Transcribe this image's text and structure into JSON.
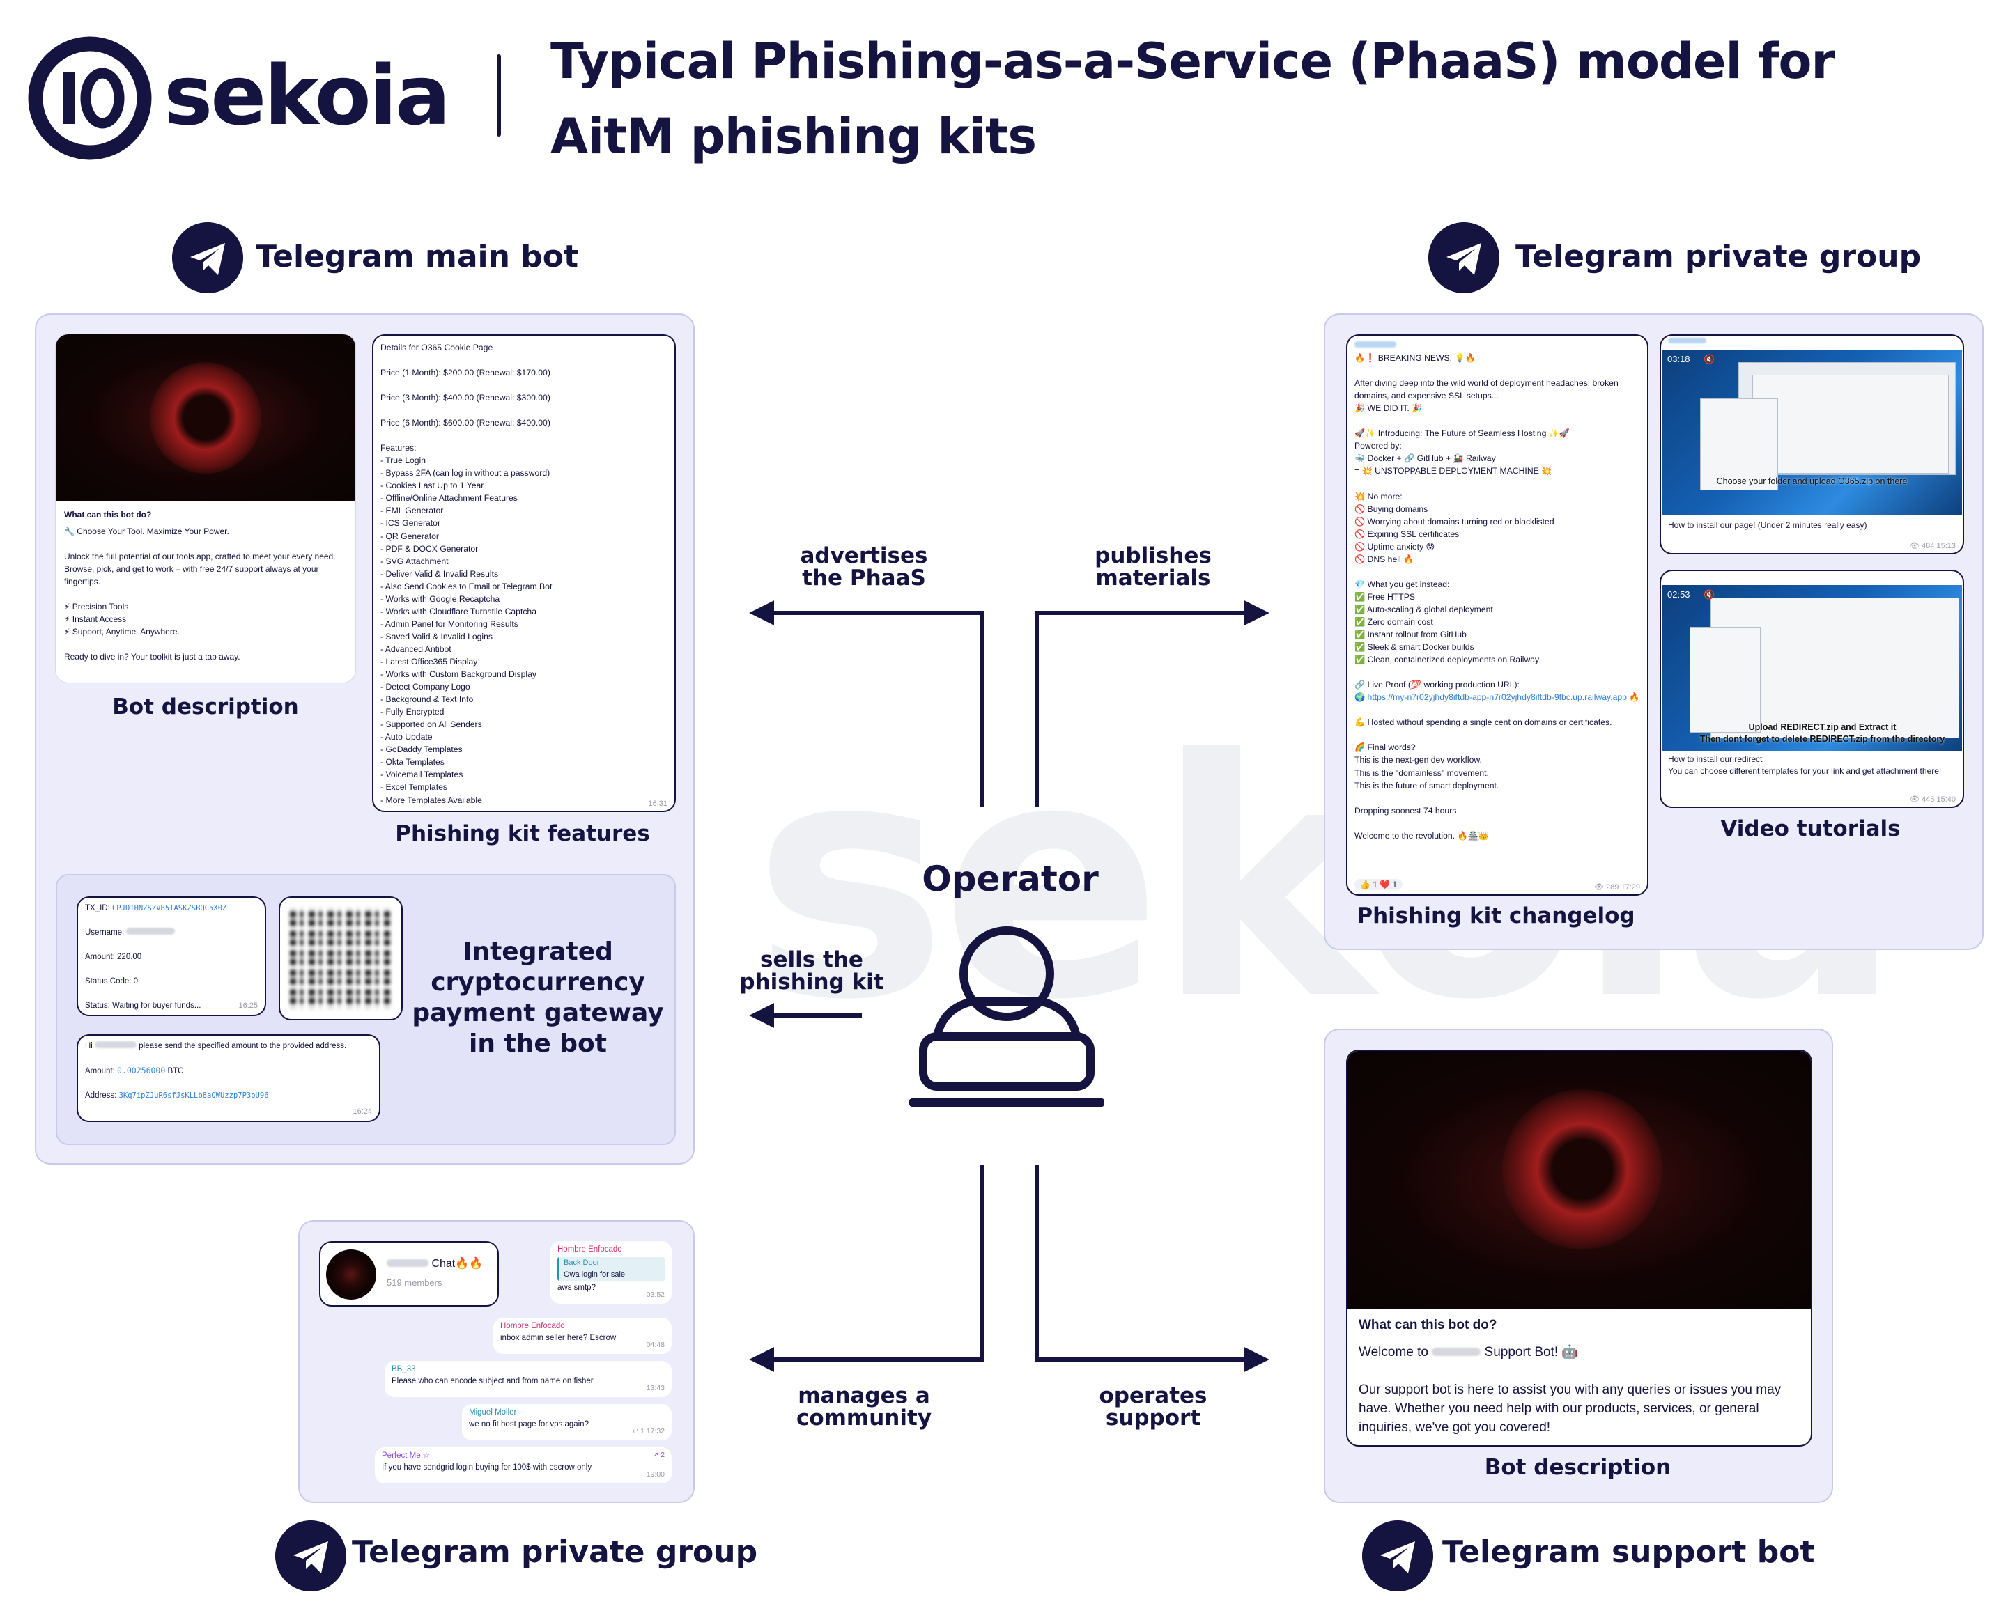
{
  "brand": {
    "name": "sekoia"
  },
  "title": "Typical Phishing-as-a-Service (PhaaS) model for AitM phishing kits",
  "sections": {
    "main_bot": {
      "title": "Telegram main bot"
    },
    "private_group_top": {
      "title": "Telegram private group"
    },
    "private_group_bottom": {
      "title": "Telegram private group"
    },
    "support_bot": {
      "title": "Telegram support bot"
    }
  },
  "center": {
    "label": "Operator"
  },
  "edges": {
    "advertises": "advertises\nthe PhaaS",
    "publishes": "publishes\nmaterials",
    "sells": "sells the\nphishing kit",
    "manages": "manages a\ncommunity",
    "operates": "operates\nsupport"
  },
  "captions": {
    "bot_description": "Bot description",
    "kit_features": "Phishing kit features",
    "payment": "Integrated\ncryptocurrency\npayment gateway\nin the bot",
    "changelog": "Phishing kit changelog",
    "video_tutorials": "Video tutorials",
    "support_bot_description": "Bot description"
  },
  "main_bot_card": {
    "heading": "What can this bot do?",
    "body": "🔧 Choose Your Tool. Maximize Your Power.\n\nUnlock the full potential of our tools app, crafted to meet your every need.\nBrowse, pick, and get to work – with free 24/7 support always at your fingertips.\n\n⚡ Precision Tools\n⚡ Instant Access\n⚡ Support, Anytime. Anywhere.\n\nReady to dive in? Your toolkit is just a tap away."
  },
  "features_card": {
    "lines": [
      "Details for O365 Cookie Page",
      "",
      "Price (1 Month): $200.00 (Renewal: $170.00)",
      "",
      "Price (3 Month): $400.00 (Renewal: $300.00)",
      "",
      "Price (6 Month): $600.00 (Renewal: $400.00)",
      "",
      "Features:",
      "- True Login",
      "- Bypass 2FA (can log in without a password)",
      "- Cookies Last Up to 1 Year",
      "- Offline/Online Attachment Features",
      "- EML Generator",
      "- ICS Generator",
      "- QR Generator",
      "- PDF & DOCX Generator",
      "- SVG Attachment",
      "- Deliver Valid & Invalid Results",
      "- Also Send Cookies to Email or Telegram Bot",
      "- Works with Google Recaptcha",
      "- Works with Cloudflare Turnstile Captcha",
      "- Admin Panel for Monitoring Results",
      "- Saved Valid & Invalid Logins",
      "- Advanced Antibot",
      "- Latest Office365 Display",
      "- Works with Custom Background Display",
      "- Detect Company Logo",
      "- Background & Text Info",
      "- Fully Encrypted",
      "- Supported on All Senders",
      "- Auto Update",
      "- GoDaddy Templates",
      "- Okta Templates",
      "- Voicemail Templates",
      "- Excel Templates",
      "- More Templates Available"
    ],
    "time": "16:31"
  },
  "payment_card": {
    "tx_label": "TX_ID: ",
    "tx_id": "CPJD1HNZSZVB5TASKZSBQC5X0Z",
    "username_label": "Username:",
    "amount": "Amount: 220.00",
    "status_code": "Status Code: 0",
    "status": "Status: Waiting for buyer funds...",
    "time": "16:25",
    "msg_a": "Hi",
    "msg_b": "please send the specified amount to the provided address.",
    "btc_label": "Amount: ",
    "btc_value": "0.00256000",
    "btc_unit": " BTC",
    "address_label": "Address: ",
    "address": "3Kq7ipZJuR6sfJsKLLb8aQWUzzp7P3oU96",
    "time2": "16:24"
  },
  "changelog_card": {
    "body": "🔥❗ BREAKING NEWS,               💡🔥\n\nAfter diving deep into the wild world of deployment headaches, broken domains, and expensive SSL setups...\n🎉 WE DID IT. 🎉\n\n🚀✨ Introducing: The Future of Seamless Hosting ✨🚀\nPowered by:\n🐳 Docker + 🔗 GitHub + 🚂 Railway\n= 💥 UNSTOPPABLE DEPLOYMENT MACHINE 💥\n\n💥 No more:\n🚫 Buying domains\n🚫 Worrying about domains turning red or blacklisted\n🚫 Expiring SSL certificates\n🚫 Uptime anxiety 😰\n🚫 DNS hell 🔥\n\n💎 What you get instead:\n✅ Free HTTPS\n✅ Auto-scaling & global deployment\n✅ Zero domain cost\n✅ Instant rollout from GitHub\n✅ Sleek & smart Docker builds\n✅ Clean, containerized deployments on Railway\n\n🔗 Live Proof (💯 working production URL):",
    "url": "🌍 https://my-n7r02yjhdy8iftdb-app-n7r02yjhdy8iftdb-9fbc.up.railway.app 🔥",
    "body2": "💪 Hosted without spending a single cent on domains or certificates.\n\n🌈 Final words?\nThis is the next-gen dev workflow.\nThis is the \"domainless\" movement.\nThis is the future of smart deployment.\n\nDropping soonest 74 hours\n\nWelcome to the revolution. 🔥🏯👑",
    "reactions": "👍 1   ❤️ 1",
    "meta": "👁 289  17:29"
  },
  "video1": {
    "duration": "03:18",
    "overlay": "Choose your folder and upload O365.zip on there",
    "caption": "How to install our page! (Under 2 minutes really easy)",
    "meta": "👁 484  15:13"
  },
  "video2": {
    "duration": "02:53",
    "overlay": "Upload REDIRECT.zip and Extract it\nThen dont forget to delete REDIRECT.zip from the directory",
    "caption": "How to install our redirect\nYou can choose different templates for your link and get attachment there!",
    "meta": "👁 445  15:40"
  },
  "chat": {
    "group_name": "Chat🔥🔥",
    "members": "519 members",
    "messages": [
      {
        "name": "Hombre Enfocado",
        "reply_to": "Back Door",
        "reply_text": "Owa login for sale",
        "text": "aws smtp?",
        "time": "03:52"
      },
      {
        "name": "Hombre Enfocado",
        "text": "inbox admin seller here? Escrow",
        "time": "04:48"
      },
      {
        "name": "BB_33",
        "text": "Please who can encode subject and from name on fisher",
        "time": "13:43"
      },
      {
        "name": "Miguel Moller",
        "text": "we no fit host page for vps again?",
        "time": "↩ 1  17:32"
      },
      {
        "name": "Perfect Me ☆",
        "text": "If you have sendgrid login buying for 100$ with escrow only",
        "time": "19:00",
        "badge": "↗ 2"
      }
    ]
  },
  "support_card": {
    "heading": "What can this bot do?",
    "welcome_a": "Welcome to",
    "welcome_b": "Support Bot! 🤖",
    "body": "Our support bot is here to assist you with any queries or issues you may have. Whether you need help with our products, services, or general inquiries, we've got you covered!"
  },
  "colors": {
    "navy": "#15133f",
    "panel": "#ececfb",
    "panel_border": "#c9c9ea",
    "chat_name_pink": "#d0336e",
    "chat_name_teal": "#2f8fb0",
    "link": "#2f7fd8"
  }
}
